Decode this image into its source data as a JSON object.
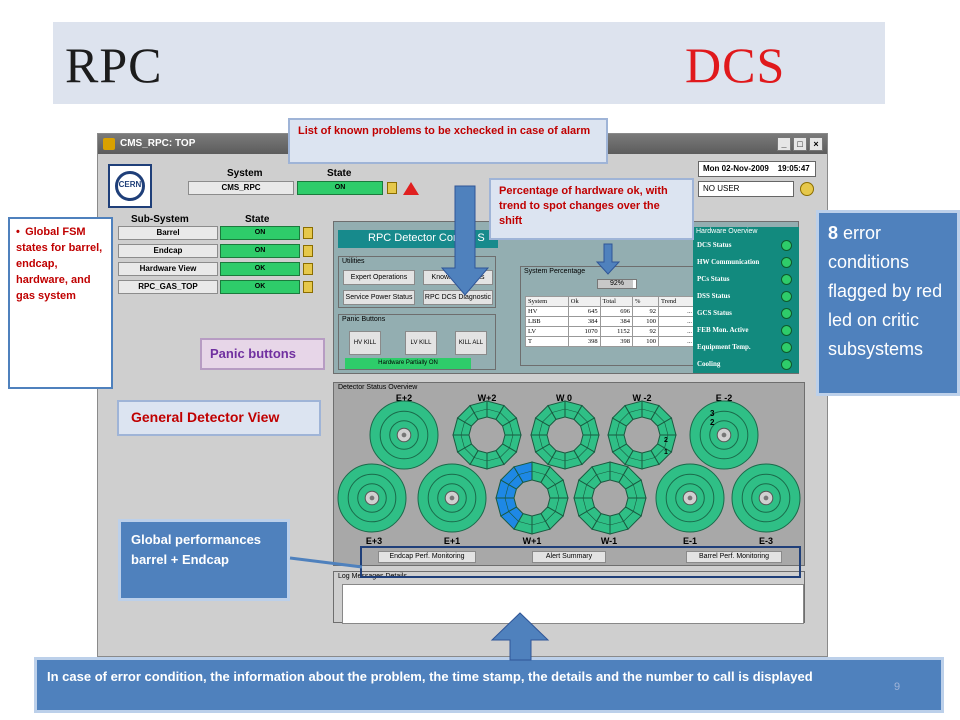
{
  "slide": {
    "title_left": "RPC",
    "title_right": "DCS",
    "page_number": "9"
  },
  "window": {
    "title": "CMS_RPC: TOP",
    "min": "_",
    "max": "□",
    "close": "×",
    "cern_logo_text": "CERN",
    "datetime_day": "Mon 02-Nov-2009",
    "datetime_time": "19:05:47",
    "user": "NO USER"
  },
  "fsm": {
    "system_header": "System",
    "state_header": "State",
    "system_name": "CMS_RPC",
    "system_state": "ON",
    "subsystem_header": "Sub-System",
    "subsystem_state_header": "State",
    "subsystems": [
      {
        "name": "Barrel",
        "state": "ON"
      },
      {
        "name": "Endcap",
        "state": "ON"
      },
      {
        "name": "Hardware View",
        "state": "OK"
      },
      {
        "name": "RPC_GAS_TOP",
        "state": "OK"
      }
    ]
  },
  "detector_panel": {
    "banner": "RPC Detector Control S",
    "utilities_caption": "Utilities",
    "expert_operations": "Expert Operations",
    "known_problems": "Known Problems",
    "service_power_status": "Service Power Status",
    "rpc_dcs_diagnostic": "RPC DCS Diagnostic",
    "panic_caption": "Panic Buttons",
    "hv_kill": "HV KILL",
    "lv_kill": "LV KILL",
    "kill_all": "KILL ALL",
    "hw_partially_on": "Hardware Partially ON",
    "system_percentage_caption": "System Percentage",
    "percent_bar": "92%",
    "percent_fraction": 0.92,
    "table_headers": [
      "System",
      "Ok",
      "Total",
      "%",
      "Trend"
    ],
    "table_rows": [
      [
        "HV",
        "645",
        "696",
        "92",
        "..."
      ],
      [
        "LBB",
        "384",
        "384",
        "100",
        "..."
      ],
      [
        "LV",
        "1070",
        "1152",
        "92",
        "..."
      ],
      [
        "T",
        "398",
        "398",
        "100",
        "..."
      ]
    ]
  },
  "hardware_overview": {
    "caption": "Hardware Overview",
    "items": [
      "DCS Status",
      "HW Communication",
      "PCs Status",
      "DSS Status",
      "GCS Status",
      "FEB Mon. Active",
      "Equipment Temp.",
      "Cooling"
    ],
    "led_color": "#2ecc6a"
  },
  "detector_status": {
    "caption": "Detector Status Overview",
    "top_labels": [
      "E+2",
      "W+2",
      "W 0",
      "W -2",
      "E -2"
    ],
    "bottom_labels": [
      "E+3",
      "E+1",
      "W+1",
      "W-1",
      "E-1",
      "E-3"
    ],
    "e_minus_2_numbers": [
      "3",
      "2",
      "2",
      "1"
    ],
    "buttons": [
      "Endcap Perf. Monitoring",
      "Alert Summary",
      "Barrel Perf. Monitoring"
    ],
    "ok_color": "#2fbf86",
    "highlight_color": "#1e88e5"
  },
  "log_panel": {
    "caption": "Log Messages Details"
  },
  "callouts": {
    "known_problems": "List of known problems to be xchecked in case of alarm",
    "percentage": "Percentage of hardware ok, with trend to spot changes over the shift",
    "global_fsm": "Global FSM states for barrel, endcap, hardware, and gas system",
    "error_count": "8",
    "error_text": "error conditions flagged by red led on critic subsystems",
    "panic": "Panic buttons",
    "general_view": "General Detector View",
    "global_perf": "Global performances barrel + Endcap",
    "error_info": "In case of error condition, the information  about the problem, the time stamp, the details and the number to call is displayed"
  }
}
